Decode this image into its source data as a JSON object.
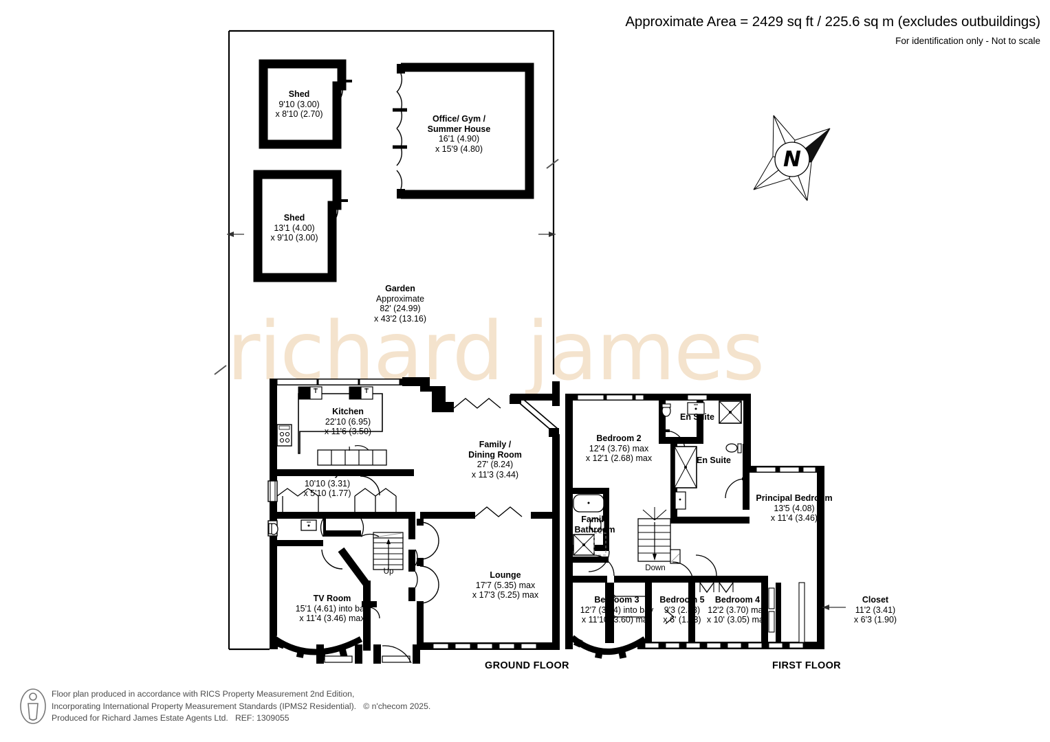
{
  "header": {
    "area_line": "Approximate Area = 2429 sq ft / 225.6 sq m (excludes outbuildings)",
    "disclaimer": "For identification only - Not to scale"
  },
  "watermark": {
    "text": "richard james",
    "color": "#f4e3cd"
  },
  "compass": {
    "label": "N",
    "name": "north-arrow"
  },
  "outbuildings": [
    {
      "id": "shed-1",
      "name": "Shed",
      "dim1": "9'10 (3.00)",
      "dim2": "x 8'10 (2.70)"
    },
    {
      "id": "shed-2",
      "name": "Shed",
      "dim1": "13'1 (4.00)",
      "dim2": "x 9'10 (3.00)"
    },
    {
      "id": "office-gym",
      "name_line1": "Office/ Gym /",
      "name_line2": "Summer House",
      "dim1": "16'1 (4.90)",
      "dim2": "x 15'9 (4.80)"
    }
  ],
  "garden": {
    "name": "Garden",
    "approx": "Approximate",
    "dim1": "82' (24.99)",
    "dim2": "x 43'2 (13.16)"
  },
  "ground_floor": {
    "label": "GROUND FLOOR",
    "rooms": [
      {
        "id": "kitchen",
        "name": "Kitchen",
        "dim1": "22'10 (6.95)",
        "dim2": "x 11'6 (3.50)"
      },
      {
        "id": "utility",
        "name": "Utility",
        "dim1": "10'10 (3.31)",
        "dim2": "x 5'10 (1.77)"
      },
      {
        "id": "family-dining",
        "name_line1": "Family /",
        "name_line2": "Dining Room",
        "dim1": "27' (8.24)",
        "dim2": "x 11'3 (3.44)"
      },
      {
        "id": "lounge",
        "name": "Lounge",
        "dim1": "17'7 (5.35) max",
        "dim2": "x 17'3 (5.25) max"
      },
      {
        "id": "tv-room",
        "name": "TV Room",
        "dim1": "15'1 (4.61) into bay",
        "dim2": "x 11'4 (3.46) max"
      }
    ],
    "stairs_label": "Up"
  },
  "first_floor": {
    "label": "FIRST FLOOR",
    "rooms": [
      {
        "id": "bedroom-2",
        "name": "Bedroom 2",
        "dim1": "12'4 (3.76) max",
        "dim2": "x 12'1 (2.68) max"
      },
      {
        "id": "en-suite-1",
        "name": "En Suite"
      },
      {
        "id": "en-suite-2",
        "name": "En Suite"
      },
      {
        "id": "principal-bedroom",
        "name": "Principal Bedroom",
        "dim1": "13'5 (4.08)",
        "dim2": "x 11'4 (3.46)"
      },
      {
        "id": "family-bathroom",
        "name_line1": "Family",
        "name_line2": "Bathroom"
      },
      {
        "id": "bedroom-3",
        "name": "Bedroom 3",
        "dim1": "12'7 (3.84) into bay",
        "dim2": "x 11'10 (3.60) max"
      },
      {
        "id": "bedroom-5",
        "name": "Bedroom 5",
        "dim1": "9'3 (2.83)",
        "dim2": "x 6' (1.83)"
      },
      {
        "id": "bedroom-4",
        "name": "Bedroom 4",
        "dim1": "12'2 (3.70) max",
        "dim2": "x 10' (3.05) max"
      },
      {
        "id": "closet",
        "name": "Closet",
        "dim1": "11'2 (3.41)",
        "dim2": "x 6'3 (1.90)"
      }
    ],
    "stairs_label": "Down"
  },
  "footer": {
    "line1": "Floor plan produced in accordance with RICS Property Measurement 2nd Edition,",
    "line2": "Incorporating International Property Measurement Standards (IPMS2 Residential).",
    "line2b": "© n'checom 2025.",
    "line3": "Produced for Richard James Estate Agents Ltd.",
    "line3b": "REF: 1309055"
  }
}
